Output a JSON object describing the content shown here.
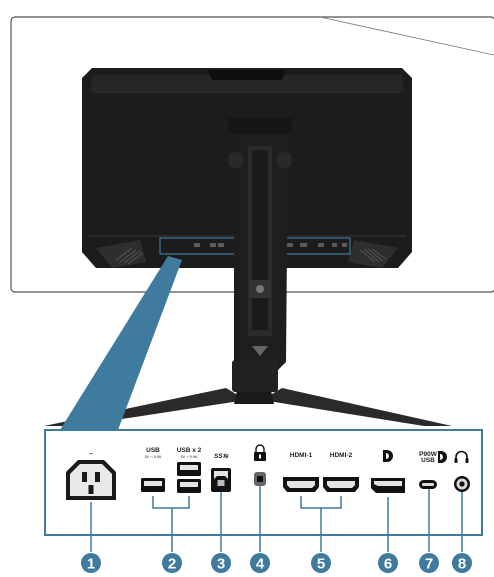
{
  "ports": [
    {
      "number": "1",
      "symbol": "~"
    },
    {
      "number": "2",
      "label": "USB",
      "sub": "5V ⎓ 0.9A",
      "label2": "USB x 2",
      "sub2": "5V ⎓ 0.9A"
    },
    {
      "number": "3",
      "label": "SS⇆"
    },
    {
      "number": "4"
    },
    {
      "number": "5",
      "label": "HDMI-1",
      "label2": "HDMI-2"
    },
    {
      "number": "6"
    },
    {
      "number": "7",
      "label": "P90W",
      "sub": "USB"
    },
    {
      "number": "8"
    }
  ],
  "colors": {
    "callout": "#3f7a9f",
    "panel_border": "#3f7a9f",
    "monitor_dark": "#1c1c1c",
    "port_black": "#0a0a0a"
  },
  "icons": [
    "power-ac-icon",
    "usb-a-icon",
    "usb-b-icon",
    "lock-icon",
    "hdmi-icon",
    "displayport-icon",
    "usb-c-icon",
    "headphone-icon"
  ]
}
